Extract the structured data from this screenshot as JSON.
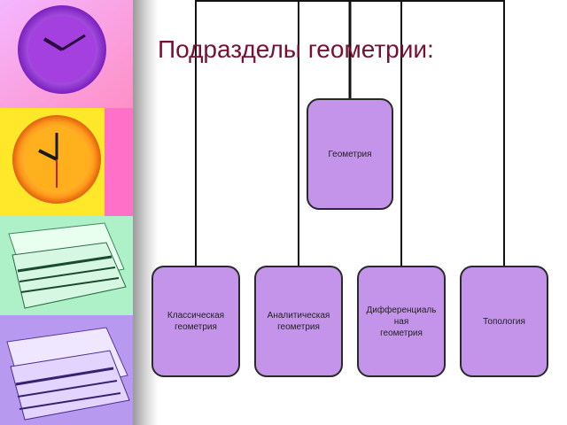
{
  "slide": {
    "title": "Подразделы геометрии:",
    "colors": {
      "node_fill": "#c394ea",
      "title": "#7a1030"
    }
  },
  "diagram": {
    "root": {
      "label": "Геометрия"
    },
    "children": [
      {
        "label": "Классическая\nгеометрия"
      },
      {
        "label": "Аналитическая\nгеометрия"
      },
      {
        "label": "Дифференциаль\nная\nгеометрия"
      },
      {
        "label": "Топология"
      }
    ]
  },
  "decor": {
    "panels": [
      "clock-purple",
      "clock-orange",
      "papers-green",
      "papers-purple"
    ]
  }
}
